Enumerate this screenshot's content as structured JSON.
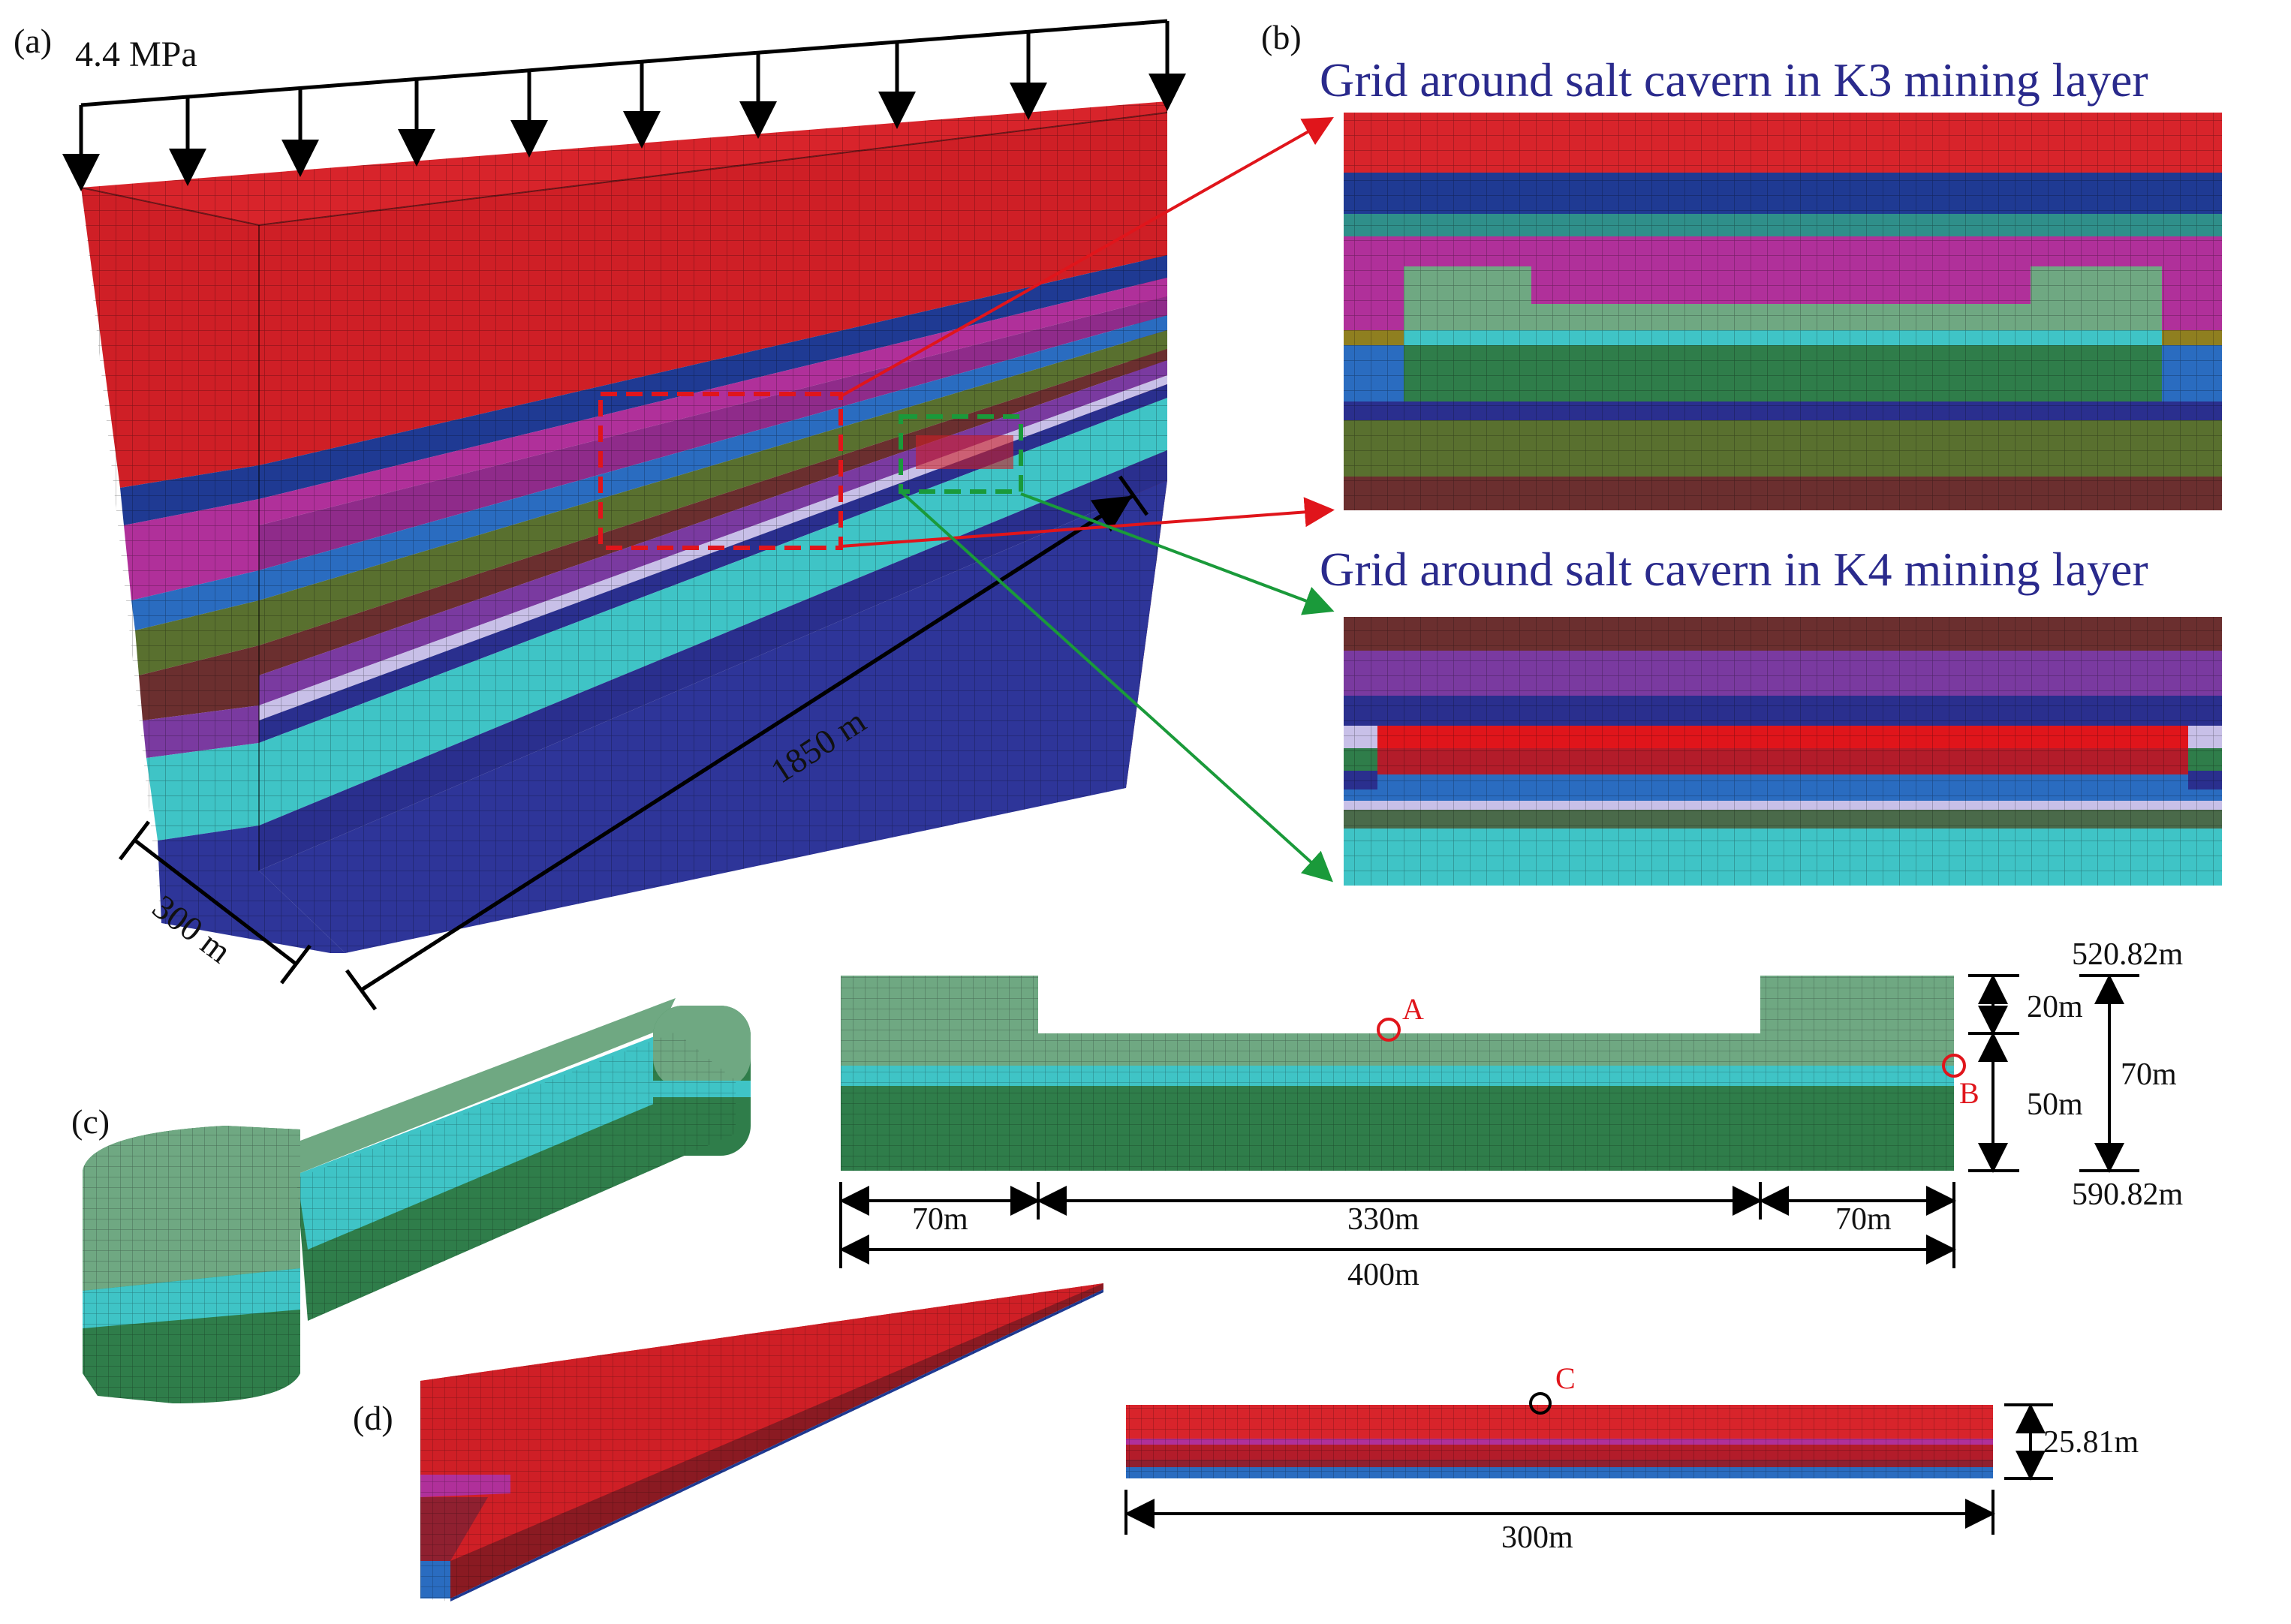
{
  "panels": {
    "a": "(a)",
    "b": "(b)",
    "c": "(c)",
    "d": "(d)"
  },
  "load_label": "4.4 MPa",
  "dimensions": {
    "length": "1850 m",
    "width": "300 m",
    "d1": "20m",
    "d2": "50m",
    "d3": "70m",
    "depth_top": "520.82m",
    "depth_bottom": "590.82m",
    "w_left": "70m",
    "w_mid": "330m",
    "w_right": "70m",
    "w_total": "400m",
    "k4_height": "25.81m",
    "k4_width": "300m"
  },
  "headings": {
    "k3": "Grid around salt cavern in K3 mining layer",
    "k4": "Grid around salt cavern in K4 mining layer"
  },
  "points": {
    "A": "A",
    "B": "B",
    "C": "C"
  },
  "colors": {
    "red": "#cf1f26",
    "blue": "#1f3a93",
    "magenta": "#b0309a",
    "mintgreen": "#6fa882",
    "cyan": "#3fc4c6",
    "green": "#2f7d4a",
    "navy": "#2a2f8e",
    "olive": "#59702f",
    "brown": "#6b2f2f",
    "purple": "#7a3aa0",
    "steelblue": "#2a6cc0",
    "lavender": "#c8c0e8"
  }
}
